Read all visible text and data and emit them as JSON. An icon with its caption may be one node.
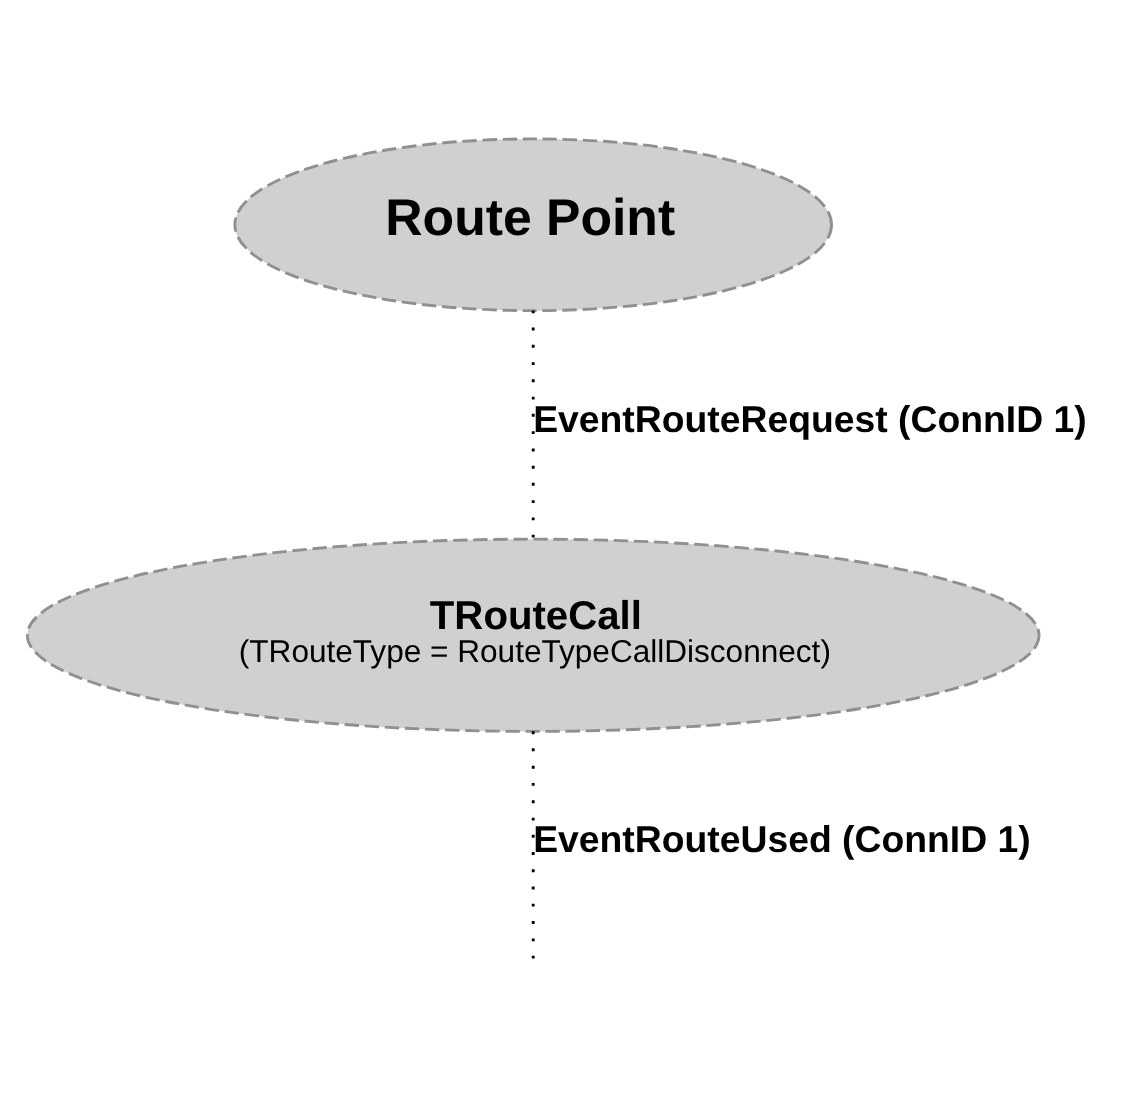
{
  "diagram": {
    "nodes": [
      {
        "text": [
          "Route Point"
        ]
      },
      {
        "text": [
          "TRouteCall",
          "(TRouteType = RouteTypeCallDisconnect)"
        ]
      }
    ],
    "edges": [
      {
        "from": 0,
        "to": 1,
        "arrow": "none",
        "label": "EventRouteRequest (ConnID 1)",
        "style": "dashed"
      },
      {
        "from": 1,
        "to": null,
        "arrow": "none",
        "label": "EventRouteUsed (ConnID 1)",
        "style": "dashed"
      }
    ]
  }
}
